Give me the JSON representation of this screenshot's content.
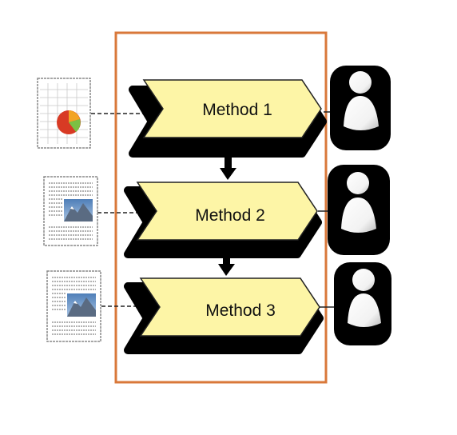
{
  "methods": [
    {
      "label": "Method 1",
      "document_icon": "pie-chart-spreadsheet-icon"
    },
    {
      "label": "Method 2",
      "document_icon": "landscape-document-icon"
    },
    {
      "label": "Method 3",
      "document_icon": "landscape-document-icon"
    }
  ],
  "colors": {
    "frame": "#d9783a",
    "arrow_fill": "#fdf5a6",
    "arrow_stroke": "#222222",
    "shadow": "#000000",
    "person": "#ffffff",
    "person_shade": "#bfbfbf"
  }
}
